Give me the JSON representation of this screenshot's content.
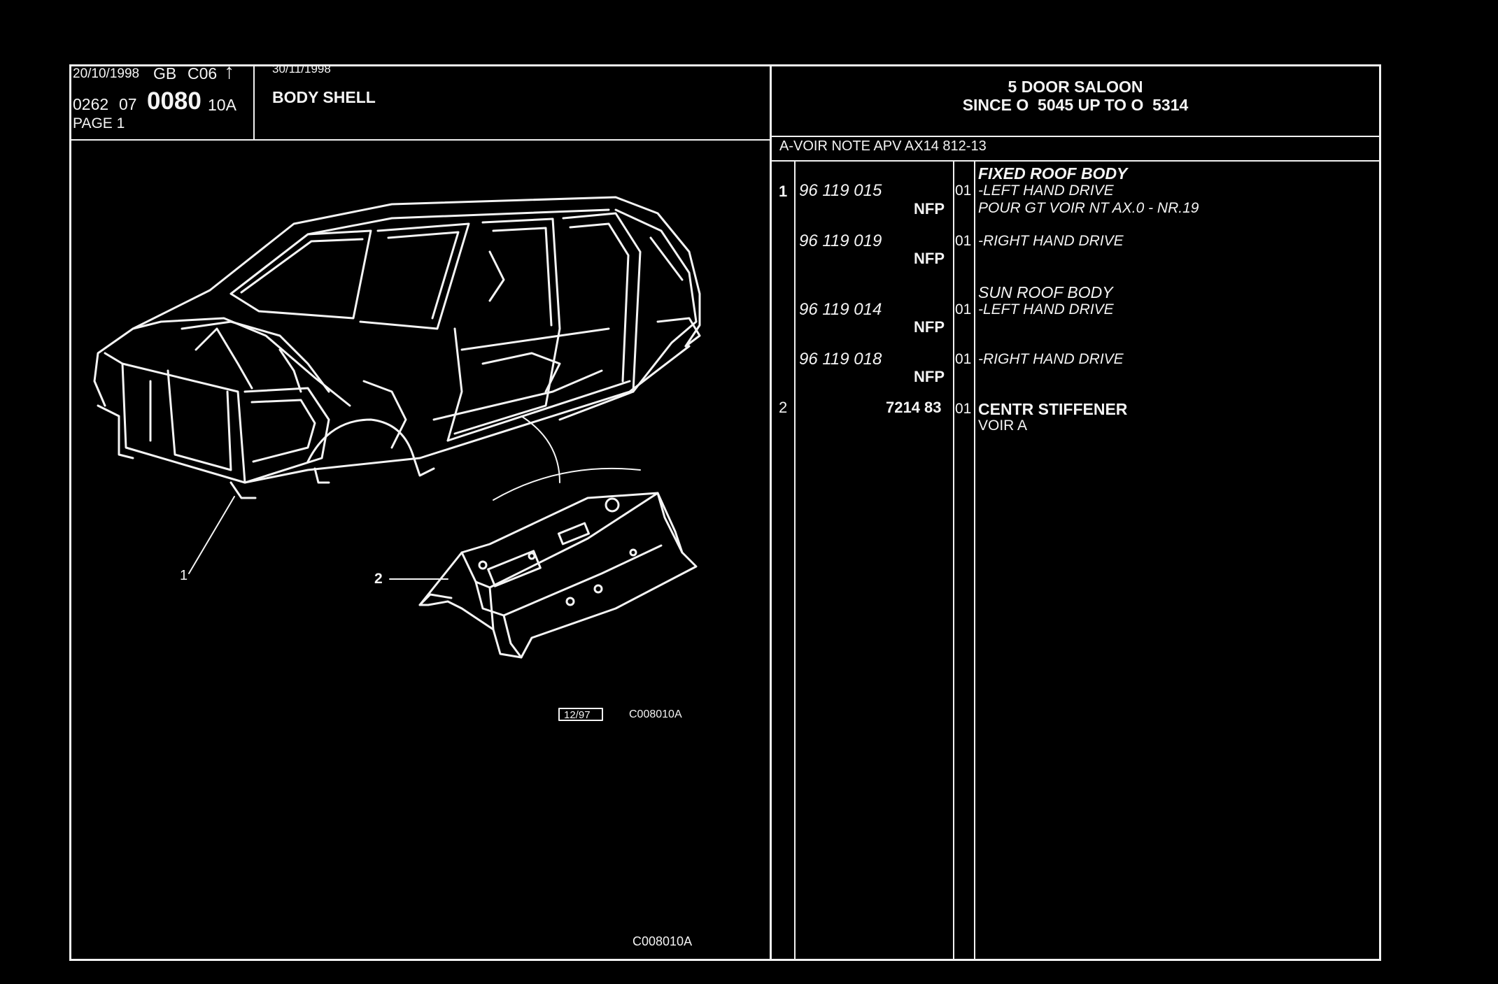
{
  "header": {
    "print_date": "20/10/1998",
    "lang": "GB",
    "code": "C06",
    "arrow": "↑",
    "ref_a": "0262",
    "ref_b": "07",
    "ref_main": "0080",
    "ref_suffix": "10A",
    "page": "PAGE 1",
    "update_date": "30/11/1998",
    "section_title": "BODY SHELL",
    "model_line1": "5 DOOR SALOON",
    "model_line2": "SINCE O  5045 UP TO O  5314",
    "note": "A-VOIR NOTE APV AX14 812-13"
  },
  "parts": [
    {
      "item": "1",
      "number": "96 119 015",
      "nfp": "NFP",
      "qty": "01",
      "group": "FIXED ROOF BODY",
      "desc": "-LEFT HAND DRIVE",
      "extra": "POUR GT VOIR NT AX.0 - NR.19"
    },
    {
      "item": "",
      "number": "96 119 019",
      "nfp": "NFP",
      "qty": "01",
      "group": "",
      "desc": "-RIGHT HAND DRIVE",
      "extra": ""
    },
    {
      "item": "",
      "number": "96 119 014",
      "nfp": "NFP",
      "qty": "01",
      "group": "SUN ROOF BODY",
      "desc": "-LEFT HAND DRIVE",
      "extra": ""
    },
    {
      "item": "",
      "number": "96 119 018",
      "nfp": "NFP",
      "qty": "01",
      "group": "",
      "desc": "-RIGHT HAND DRIVE",
      "extra": ""
    },
    {
      "item": "2",
      "number": "7214 83",
      "nfp": "",
      "qty": "01",
      "group": "",
      "desc": "CENTR STIFFENER",
      "extra": "VOIR A"
    }
  ],
  "drawing": {
    "callout_1": "1",
    "callout_2": "2",
    "date_box": "12/97",
    "drawing_code": "C008010A",
    "footer_code": "C008010A",
    "icons": [
      "car-body-shell-illustration",
      "center-stiffener-illustration"
    ]
  },
  "colors": {
    "background": "#000000",
    "ink": "#f2f2f2"
  }
}
